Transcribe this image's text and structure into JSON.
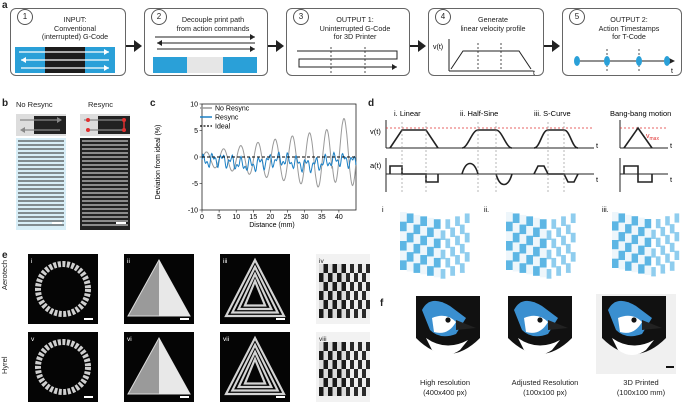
{
  "panel_labels": {
    "a": "a",
    "b": "b",
    "c": "c",
    "d": "d",
    "e": "e",
    "f": "f"
  },
  "steps": [
    {
      "num": "1",
      "text": "INPUT:\nConventional\n(interrupted) G-Code"
    },
    {
      "num": "2",
      "text": "Decouple print path\nfrom action commands"
    },
    {
      "num": "3",
      "text": "OUTPUT 1:\nUninterrupted G-Code\nfor 3D Printer"
    },
    {
      "num": "4",
      "text": "Generate\nlinear velocity profile"
    },
    {
      "num": "5",
      "text": "OUTPUT 2:\nAction Timestamps\nfor T-Code"
    }
  ],
  "step4_axes": {
    "y": "v(t)",
    "x": "t"
  },
  "step5_axis": "t",
  "panel_b": {
    "no_resync": "No Resync",
    "resync": "Resync"
  },
  "chart_data": {
    "type": "line",
    "xlabel": "Distance (mm)",
    "ylabel": "Deviation from ideal (%)",
    "xlim": [
      0,
      45
    ],
    "ylim": [
      -10,
      10
    ],
    "xticks": [
      0,
      5,
      10,
      15,
      20,
      25,
      30,
      35,
      40
    ],
    "yticks": [
      -10,
      -5,
      0,
      5,
      10
    ],
    "legend": "top-left",
    "series": [
      {
        "name": "No Resync",
        "color": "#999999"
      },
      {
        "name": "Resync",
        "color": "#1a7fc4"
      },
      {
        "name": "Ideal",
        "color": "#000000"
      }
    ]
  },
  "panel_d": {
    "profiles": [
      "i. Linear",
      "ii. Half-Sine",
      "iii. S-Curve"
    ],
    "bangbang": "Bang-bang motion",
    "v_label": "v(t)",
    "a_label": "a(t)",
    "t_label": "t",
    "vmax_label": "v",
    "vmax_sub": "max",
    "photo_labels": [
      "i",
      "ii.",
      "iii."
    ]
  },
  "panel_e": {
    "row_labels": [
      "Aerotech",
      "Hyrel"
    ],
    "tile_labels": [
      "i",
      "ii",
      "iii",
      "iv",
      "v",
      "vi",
      "vii",
      "viii"
    ]
  },
  "panel_f": {
    "captions": [
      {
        "line1": "High resolution",
        "line2": "(400x400 px)"
      },
      {
        "line1": "Adjusted Resolution",
        "line2": "(100x100 px)"
      },
      {
        "line1": "3D Printed",
        "line2": "(100x100 mm)"
      }
    ]
  },
  "colors": {
    "accent": "#2aa0d8",
    "red": "#e03030",
    "dark": "#222222"
  }
}
